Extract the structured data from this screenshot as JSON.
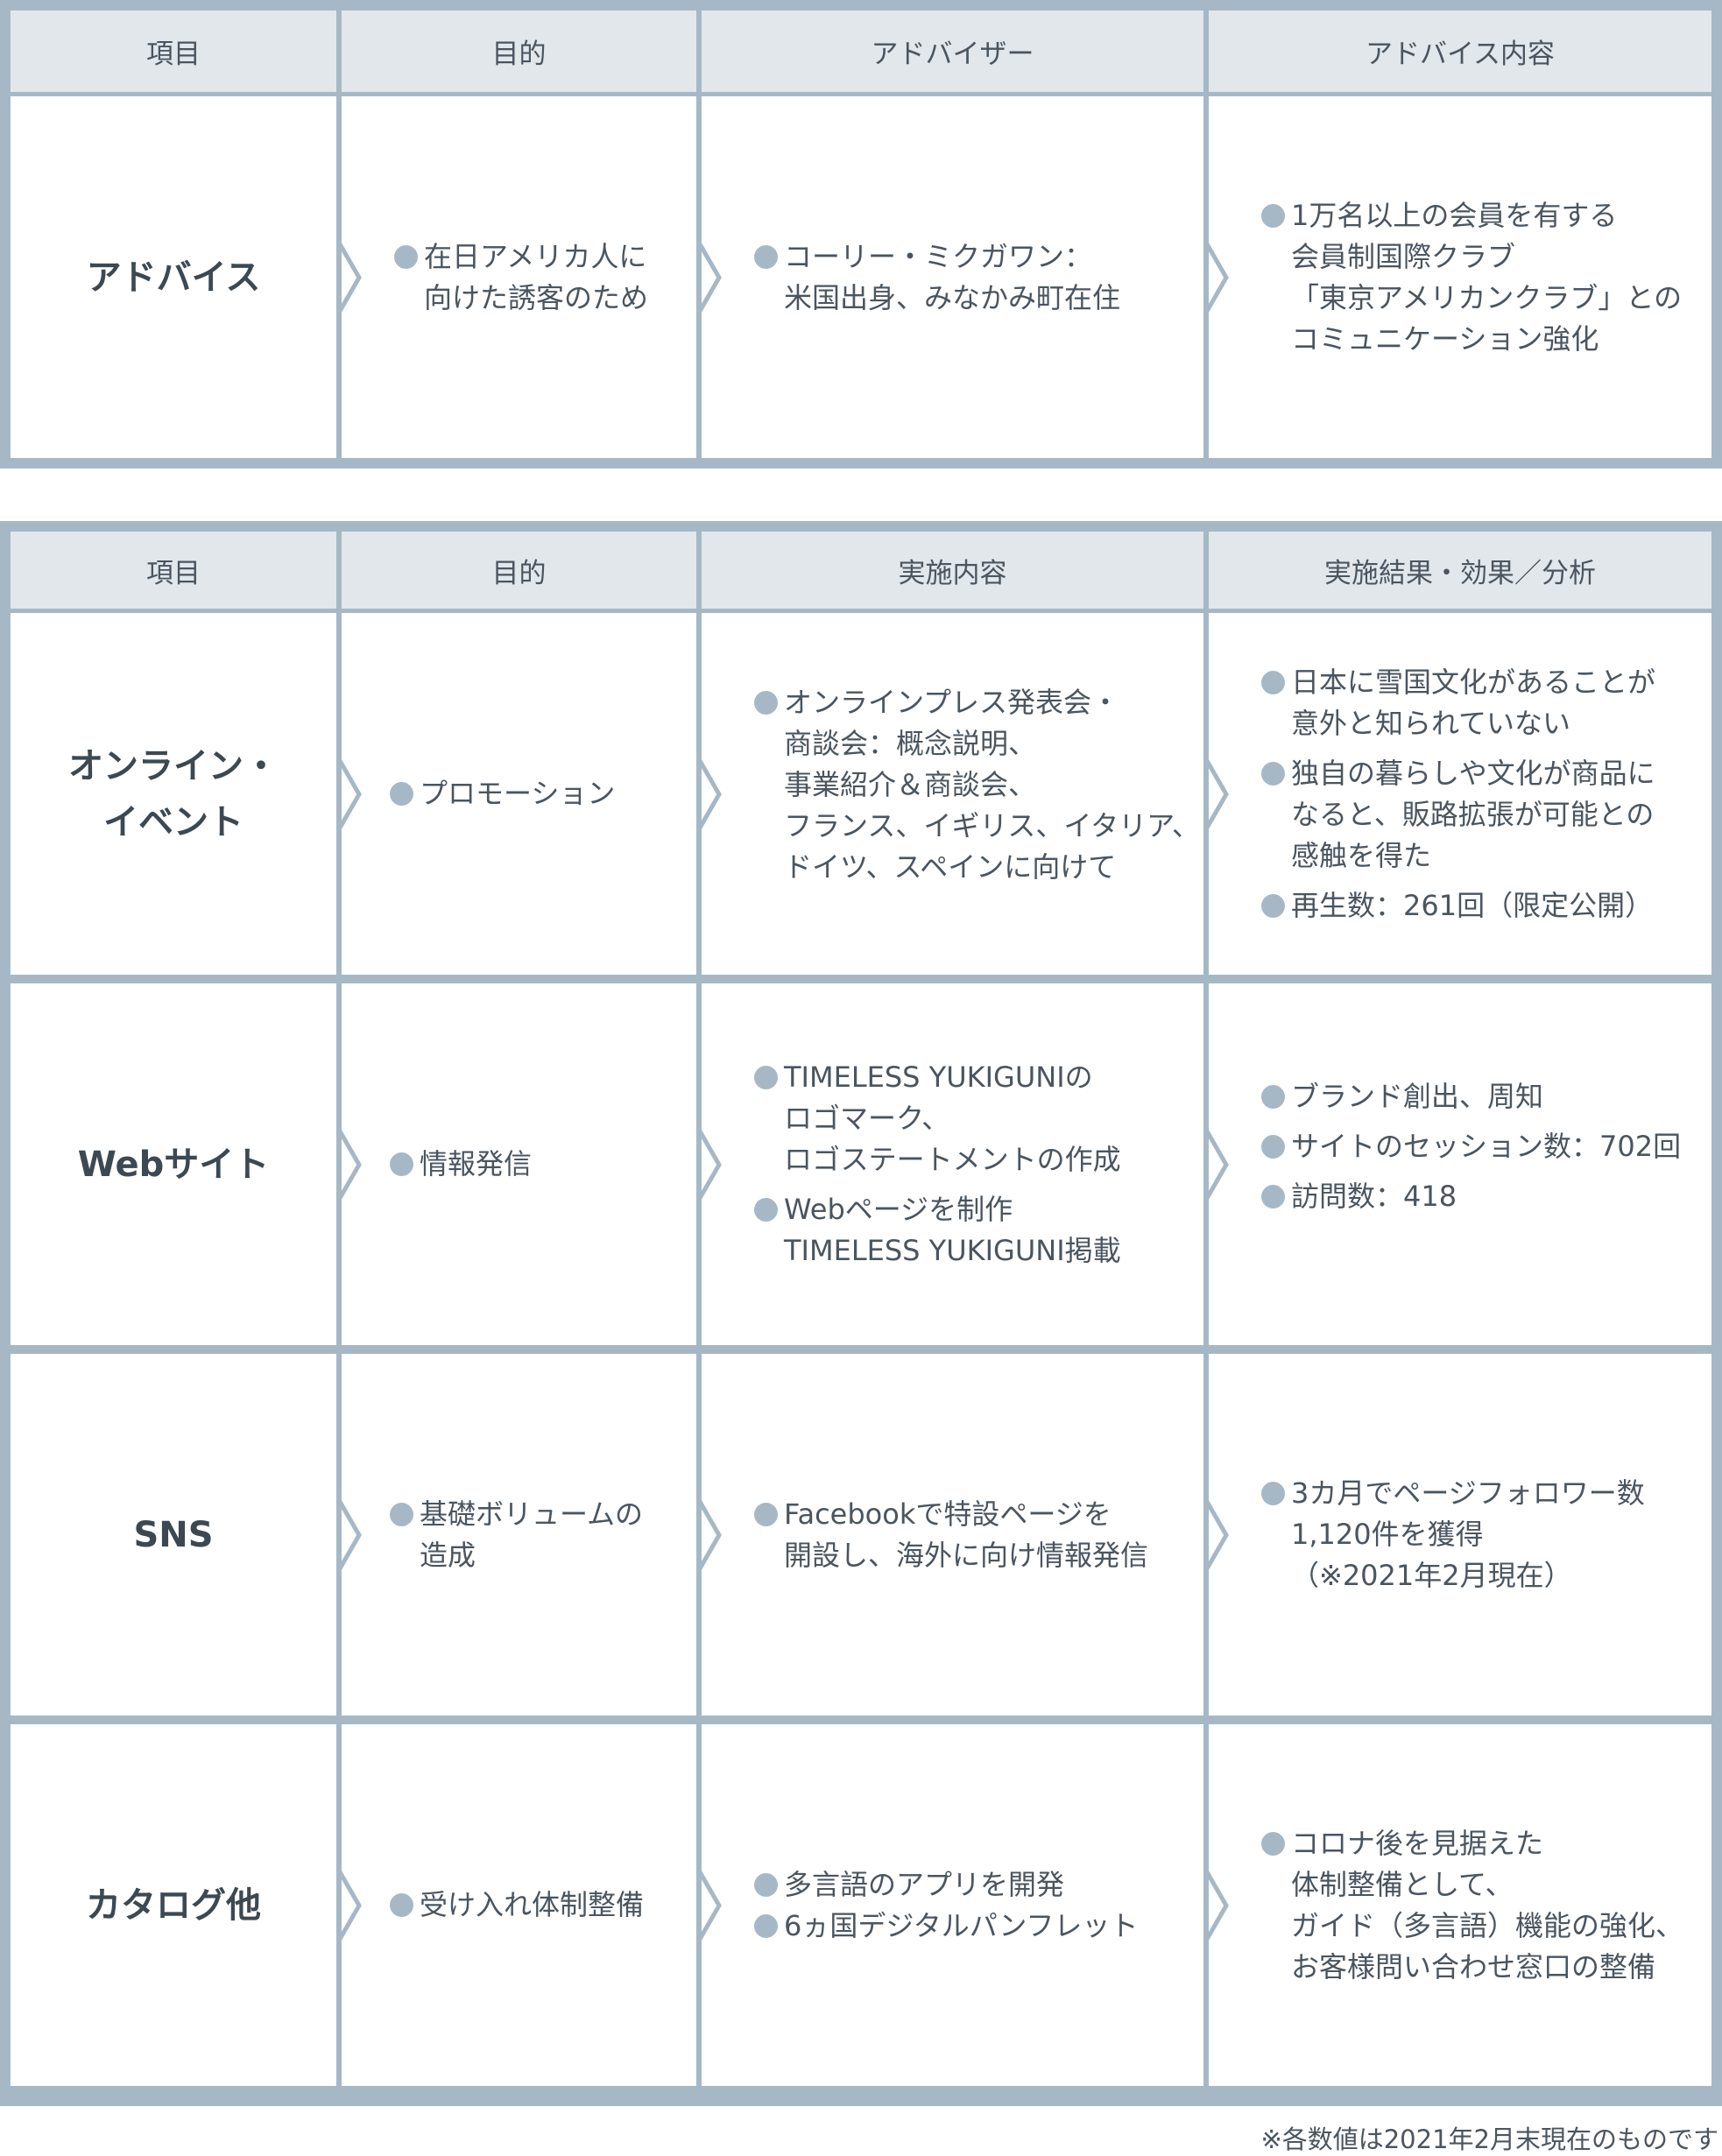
{
  "table1": {
    "headers": [
      "項目",
      "目的",
      "アドバイザー",
      "アドバイス内容"
    ],
    "row": {
      "item": [
        "アドバイス"
      ],
      "purpose": [
        [
          "在日アメリカ人に",
          "向けた誘客のため"
        ]
      ],
      "advisor": [
        [
          "コーリー・ミクガワン：",
          "米国出身、みなかみ町在住"
        ]
      ],
      "advice": [
        [
          "1万名以上の会員を有する",
          "会員制国際クラブ",
          "「東京アメリカンクラブ」との",
          "コミュニケーション強化"
        ]
      ]
    }
  },
  "table2": {
    "headers": [
      "項目",
      "目的",
      "実施内容",
      "実施結果・効果／分析"
    ],
    "rows": [
      {
        "item": [
          "オンライン・",
          "イベント"
        ],
        "purpose": [
          [
            "プロモーション"
          ]
        ],
        "content": [
          [
            "オンラインプレス発表会・",
            "商談会：概念説明、",
            "事業紹介＆商談会、",
            "フランス、イギリス、イタリア、",
            "ドイツ、スペインに向けて"
          ]
        ],
        "results": [
          [
            "日本に雪国文化があることが",
            "意外と知られていない"
          ],
          [
            "独自の暮らしや文化が商品に",
            "なると、販路拡張が可能との",
            "感触を得た"
          ],
          [
            "再生数：261回（限定公開）"
          ]
        ]
      },
      {
        "item": [
          "Webサイト"
        ],
        "purpose": [
          [
            "情報発信"
          ]
        ],
        "content": [
          [
            "TIMELESS YUKIGUNIの",
            "ロゴマーク、",
            "ロゴステートメントの作成"
          ],
          [
            "Webページを制作",
            "TIMELESS YUKIGUNI掲載"
          ]
        ],
        "results": [
          [
            "ブランド創出、周知"
          ],
          [
            "サイトのセッション数：702回"
          ],
          [
            "訪問数：418"
          ]
        ]
      },
      {
        "item": [
          "SNS"
        ],
        "purpose": [
          [
            "基礎ボリュームの",
            "造成"
          ]
        ],
        "content": [
          [
            "Facebookで特設ページを",
            "開設し、海外に向け情報発信"
          ]
        ],
        "results": [
          [
            "3カ月でページフォロワー数",
            "1,120件を獲得",
            "（※2021年2月現在）"
          ]
        ]
      },
      {
        "item": [
          "カタログ他"
        ],
        "purpose": [
          [
            "受け入れ体制整備"
          ]
        ],
        "content": [
          [
            "多言語のアプリを開発"
          ],
          [
            "6ヵ国デジタルパンフレット"
          ]
        ],
        "results": [
          [
            "コロナ後を見据えた",
            "体制整備として、",
            "ガイド（多言語）機能の強化、",
            "お客様問い合わせ窓口の整備"
          ]
        ]
      }
    ]
  },
  "footnote": "※各数値は2021年2月末現在のものです",
  "colors": {
    "border": "#a6b8c5",
    "header_bg": "#e1e7eb",
    "text": "#4a5560",
    "bullet": "#a6b8c5"
  }
}
